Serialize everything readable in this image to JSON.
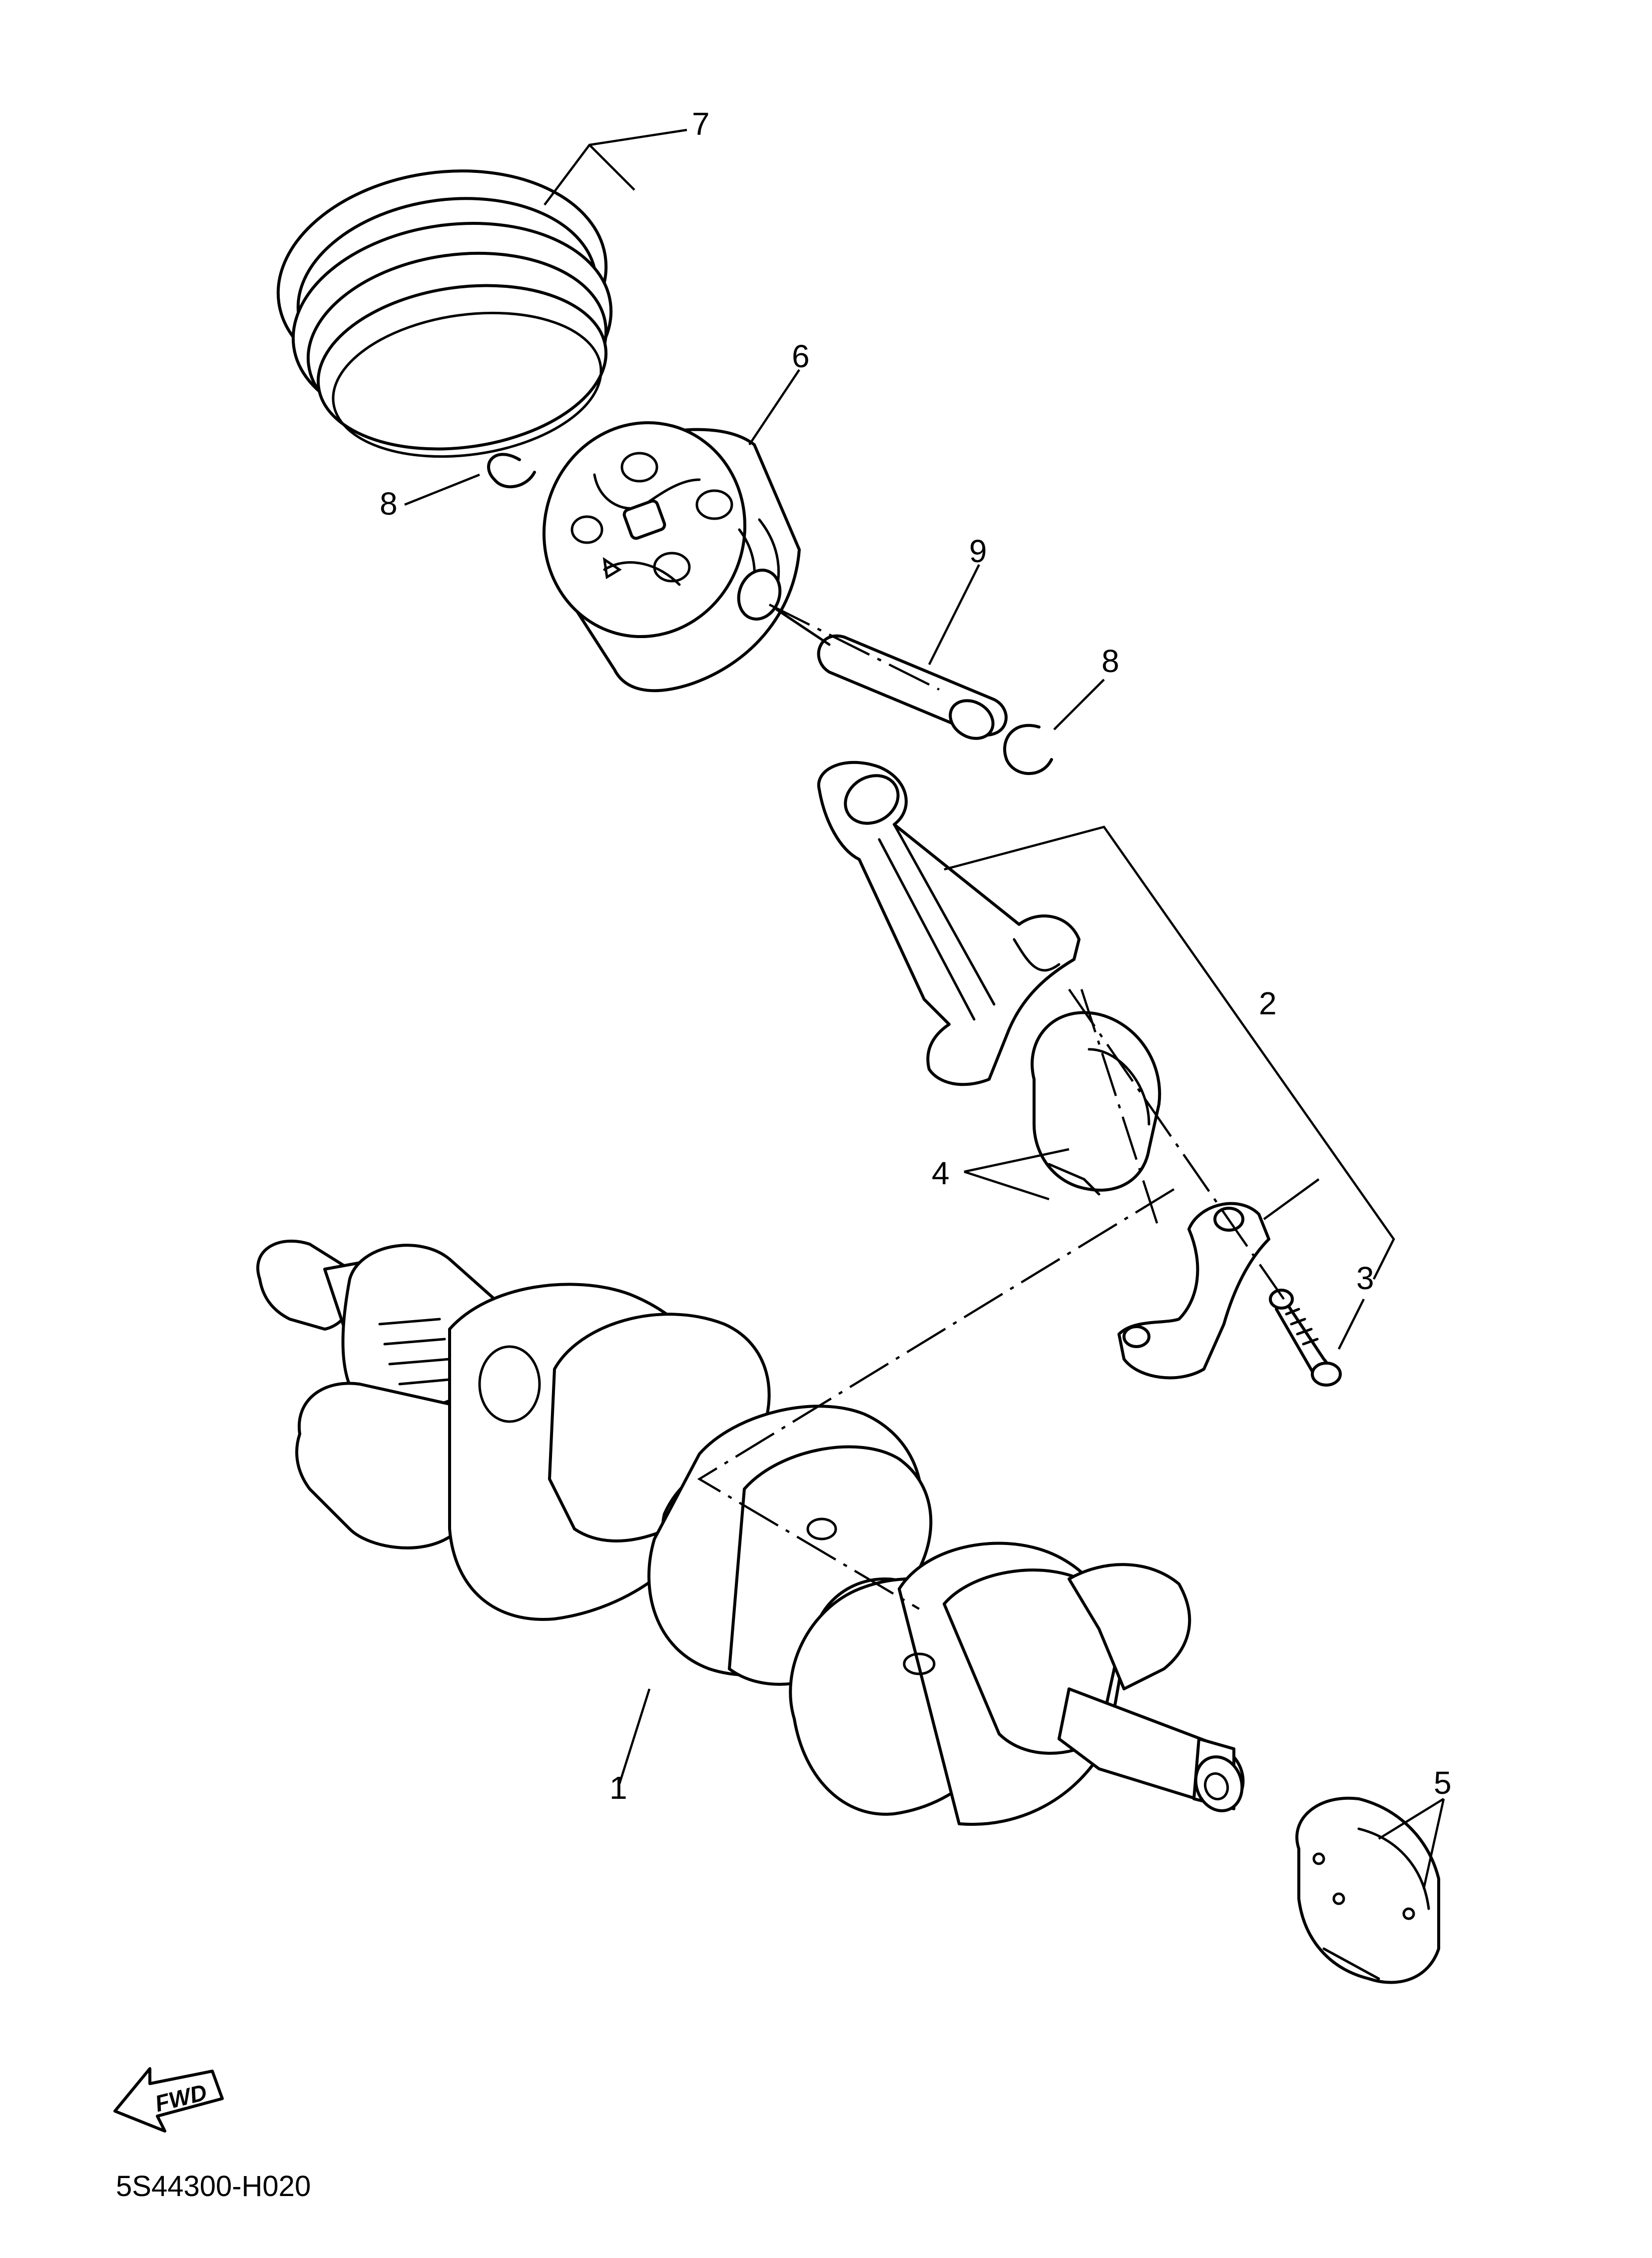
{
  "callouts": [
    {
      "id": "1",
      "label": "1"
    },
    {
      "id": "2",
      "label": "2"
    },
    {
      "id": "3",
      "label": "3"
    },
    {
      "id": "4",
      "label": "4"
    },
    {
      "id": "5",
      "label": "5"
    },
    {
      "id": "6",
      "label": "6"
    },
    {
      "id": "7",
      "label": "7"
    },
    {
      "id": "8a",
      "label": "8"
    },
    {
      "id": "8b",
      "label": "8"
    },
    {
      "id": "9",
      "label": "9"
    }
  ],
  "fwd_label": "FWD",
  "drawing_code": "5S44300-H020"
}
